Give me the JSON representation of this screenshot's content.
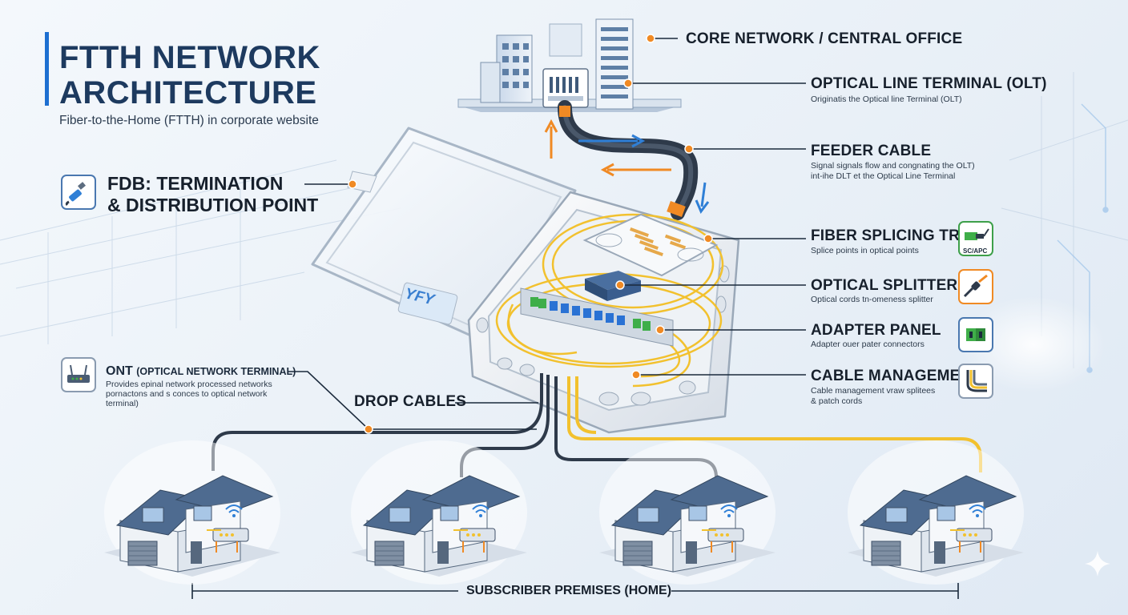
{
  "header": {
    "title_line1": "FTTH NETWORK",
    "title_line2": "ARCHITECTURE",
    "subtitle": "Fiber-to-the-Home (FTTH) in corporate website"
  },
  "labels": {
    "core": {
      "title": "CORE NETWORK / CENTRAL OFFICE"
    },
    "olt": {
      "title": "OPTICAL LINE TERMINAL (OLT)",
      "desc": "Originatis the Optical line Terminal (OLT)"
    },
    "feeder": {
      "title": "FEEDER CABLE",
      "desc_line1": "Signal signals flow and congnating the OLT)",
      "desc_line2": "int-ihe DLT et the Optical Line Terminal"
    },
    "fdb": {
      "line1": "FDB: TERMINATION",
      "line2": "& DISTRIBUTION POINT"
    },
    "splicing_tray": {
      "title": "FIBER SPLICING TRAY",
      "desc": "Splice points in optical points",
      "badge": "SC/APC"
    },
    "splitter": {
      "title": "OPTICAL SPLITTER",
      "desc": "Optical cords tn-omeness splitter"
    },
    "adapter": {
      "title": "ADAPTER PANEL",
      "desc": "Adapter ouer pater connectors"
    },
    "cable_mgmt": {
      "title": "CABLE MANAGEMENT",
      "desc_line1": "Cable management vraw splitees",
      "desc_line2": "& patch cords"
    },
    "ont": {
      "title_main": "ONT",
      "title_paren": "(OPTICAL NETWORK TERMINAL)",
      "desc_line1": "Provides epinal network processed networks",
      "desc_line2": "pornactons and s conces to optical network",
      "desc_line3": "terminal)"
    },
    "drop": {
      "title": "DROP CABLES"
    },
    "premises": {
      "title": "SUBSCRIBER PREMISES (HOME)"
    },
    "brand": "YFY"
  },
  "icons": {
    "fdb": "fiber-connector-icon",
    "ont": "router-icon",
    "splicing_tray": "sc-apc-connector-icon",
    "splitter": "splitter-cable-icon",
    "adapter": "adapter-icon",
    "cable_mgmt": "cable-bundle-icon"
  },
  "colors": {
    "accent": "#1d6fd1",
    "fiber_yellow": "#f2c12e",
    "flow_orange": "#f08a24",
    "flow_blue": "#2f7fd6",
    "cable_dark": "#2e3a4a",
    "adapter_blue": "#2a72d4",
    "adapter_green": "#3fae49"
  }
}
